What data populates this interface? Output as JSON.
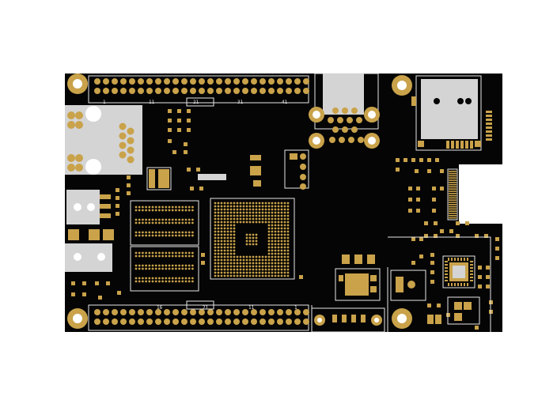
{
  "board": {
    "colors": {
      "background": "#ffffff",
      "solder_mask": "#050505",
      "gold_pad": "#c9a24a",
      "gold_dark": "#9c7a2c",
      "silver_pad": "#d4d4d4",
      "silkscreen": "#e8e8e8",
      "drill_hole": "#ffffff"
    },
    "top_header_labels": [
      "1",
      "11",
      "21",
      "31",
      "41"
    ],
    "bottom_header_labels": [
      "16",
      "21",
      "11",
      "1"
    ]
  }
}
